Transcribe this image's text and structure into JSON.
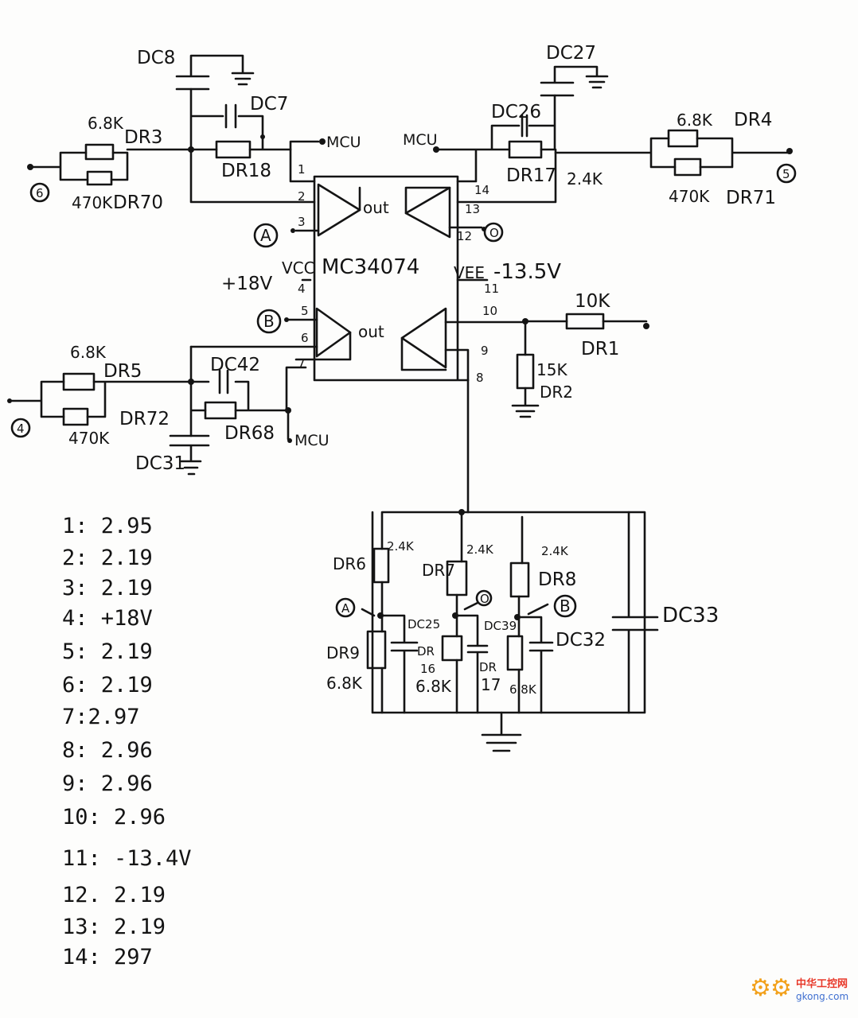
{
  "labels": {
    "dc8": "DC8",
    "dc7": "DC7",
    "dc27": "DC27",
    "dc26": "DC26",
    "r_6_8k_a": "6.8K",
    "dr3": "DR3",
    "dr70": "DR70",
    "r_470k_a": "470K",
    "dr18": "DR18",
    "mcu_1": "MCU",
    "mcu_2": "MCU",
    "mcu_3": "MCU",
    "dr17": "DR17",
    "r_2_4k_a": "2.4K",
    "r_6_8k_b": "6.8K",
    "dr4": "DR4",
    "r_470k_b": "470K",
    "dr71": "DR71",
    "node6": "6",
    "node5": "5",
    "node4": "4",
    "pin1": "1",
    "pin2": "2",
    "pin3": "3",
    "pin14": "14",
    "pin13": "13",
    "pin12": "12",
    "out_a": "out",
    "out_b": "out",
    "A": "A",
    "B": "B",
    "O": "O",
    "v18": "+18V",
    "vcc": "VCC",
    "pin4": "4",
    "chip": "MC34074",
    "vee": "VEE",
    "vee_val": "-13.5V",
    "pin11": "11",
    "pin5": "5",
    "pin6": "6",
    "pin7": "7",
    "pin8": "8",
    "pin9": "9",
    "pin10": "10",
    "r_10k": "10K",
    "dr1": "DR1",
    "r_15k": "15K",
    "dr2": "DR2",
    "r_6_8k_c": "6.8K",
    "dr5": "DR5",
    "dr72": "DR72",
    "r_470k_c": "470K",
    "dc42": "DC42",
    "dr68": "DR68",
    "dc31": "DC31",
    "dr6": "DR6",
    "r_2_4k_b": "2.4K",
    "dr7": "DR7",
    "r_2_4k_c": "2.4K",
    "r_2_4k_d": "2.4K",
    "dr8": "DR8",
    "A2": "A",
    "O2": "O",
    "B2": "B",
    "dc25": "DC25",
    "dc39": "DC39",
    "dc32": "DC32",
    "dc33": "DC33",
    "dr9": "DR9",
    "r_6_8k_d": "6.8K",
    "dr16a": "DR",
    "dr16b": "16",
    "r_6_8k_e": "6.8K",
    "dr17a": "DR",
    "dr17b": "17",
    "r_6_8k_f": "6.8K"
  },
  "measurements": [
    "1: 2.95",
    "2: 2.19",
    "3: 2.19",
    "4: +18V",
    "5: 2.19",
    "6: 2.19",
    "7:2.97",
    "8: 2.96",
    "9: 2.96",
    "10: 2.96",
    "11: -13.4V",
    "12. 2.19",
    "13: 2.19",
    "14: 297"
  ],
  "watermark": {
    "name": "中华工控网",
    "domain": "gkong.com",
    "icon": "gear-icon",
    "colors": {
      "gear": "#f2a11c",
      "name": "#e8392a",
      "domain": "#3f6fd0"
    }
  }
}
